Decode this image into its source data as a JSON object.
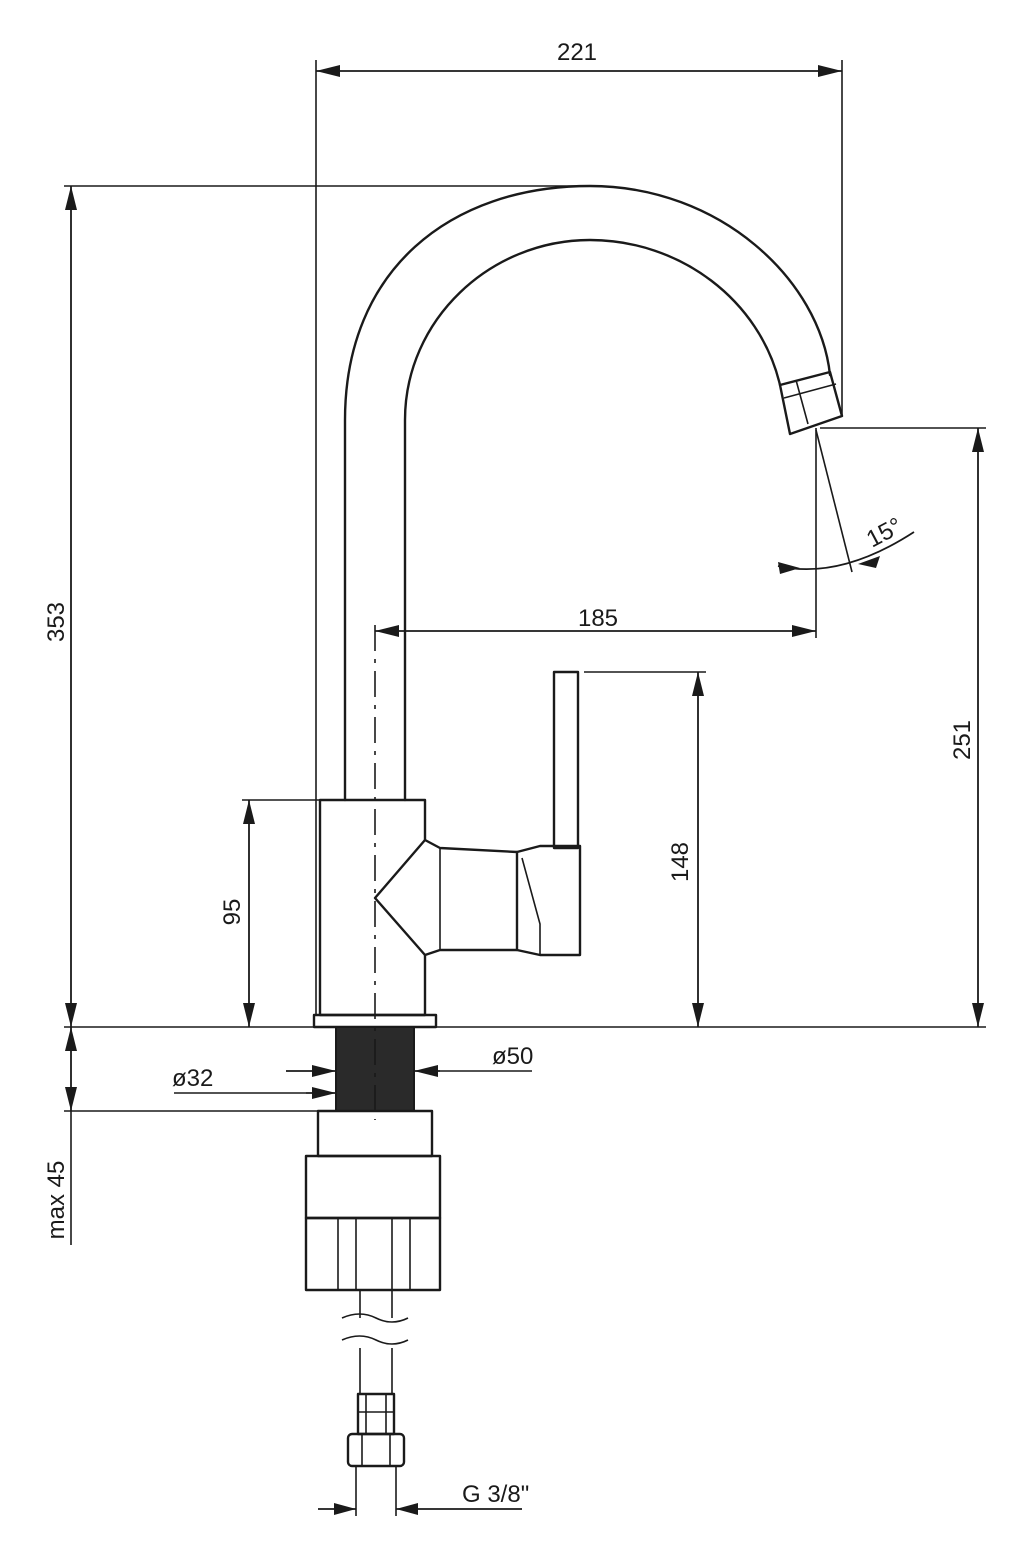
{
  "dimensions": {
    "overall_width": "221",
    "overall_height": "353",
    "spout_outlet_height": "251",
    "spout_reach": "185",
    "lever_height": "148",
    "body_height": "95",
    "swivel_angle": "15°",
    "mount_diameter": "ø32",
    "base_diameter": "ø50",
    "max_deck_thickness": "max 45",
    "connection_thread": "G 3/8\""
  },
  "colors": {
    "line": "#1a1a1a",
    "background": "#ffffff"
  }
}
